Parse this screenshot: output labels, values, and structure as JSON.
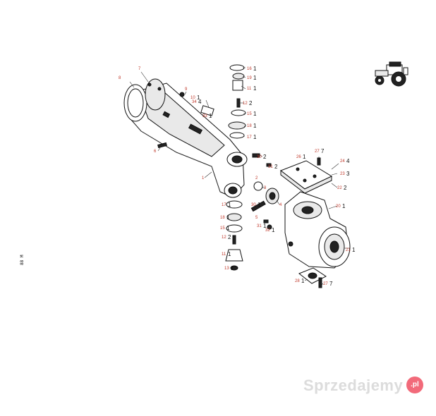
{
  "diagram": {
    "callouts": [
      {
        "num": "7",
        "qty": ""
      },
      {
        "num": "8",
        "qty": ""
      },
      {
        "num": "9",
        "qty": ""
      },
      {
        "num": "10",
        "qty": "1"
      },
      {
        "num": "34",
        "qty": "4"
      },
      {
        "num": "33",
        "qty": "1"
      },
      {
        "num": "6",
        "qty": ""
      },
      {
        "num": "1",
        "qty": ""
      },
      {
        "num": "16",
        "qty": "1"
      },
      {
        "num": "19",
        "qty": "1"
      },
      {
        "num": "11",
        "qty": "1"
      },
      {
        "num": "12",
        "qty": "2"
      },
      {
        "num": "15",
        "qty": "1"
      },
      {
        "num": "18",
        "qty": "1"
      },
      {
        "num": "17",
        "qty": "1"
      },
      {
        "num": "30",
        "qty": "2"
      },
      {
        "num": "31",
        "qty": "2"
      },
      {
        "num": "2",
        "qty": ""
      },
      {
        "num": "3",
        "qty": ""
      },
      {
        "num": "26",
        "qty": "1"
      },
      {
        "num": "27",
        "qty": "7"
      },
      {
        "num": "24",
        "qty": "4"
      },
      {
        "num": "23",
        "qty": "3"
      },
      {
        "num": "22",
        "qty": "2"
      },
      {
        "num": "17",
        "qty": "1"
      },
      {
        "num": "30",
        "qty": "1"
      },
      {
        "num": "5",
        "qty": ""
      },
      {
        "num": "4",
        "qty": ""
      },
      {
        "num": "20",
        "qty": "1"
      },
      {
        "num": "18",
        "qty": "1"
      },
      {
        "num": "15",
        "qty": "1"
      },
      {
        "num": "31",
        "qty": "1"
      },
      {
        "num": "32",
        "qty": "1"
      },
      {
        "num": "12",
        "qty": "2"
      },
      {
        "num": "11",
        "qty": "1"
      },
      {
        "num": "13",
        "qty": "1"
      },
      {
        "num": "21",
        "qty": "1"
      },
      {
        "num": "28",
        "qty": "1"
      },
      {
        "num": "27",
        "qty": "7"
      }
    ]
  },
  "side_code": "88 M",
  "watermark": {
    "text": "Sprzedajemy",
    "badge": ".pl"
  },
  "icons": {
    "tractor": "tractor-icon"
  }
}
